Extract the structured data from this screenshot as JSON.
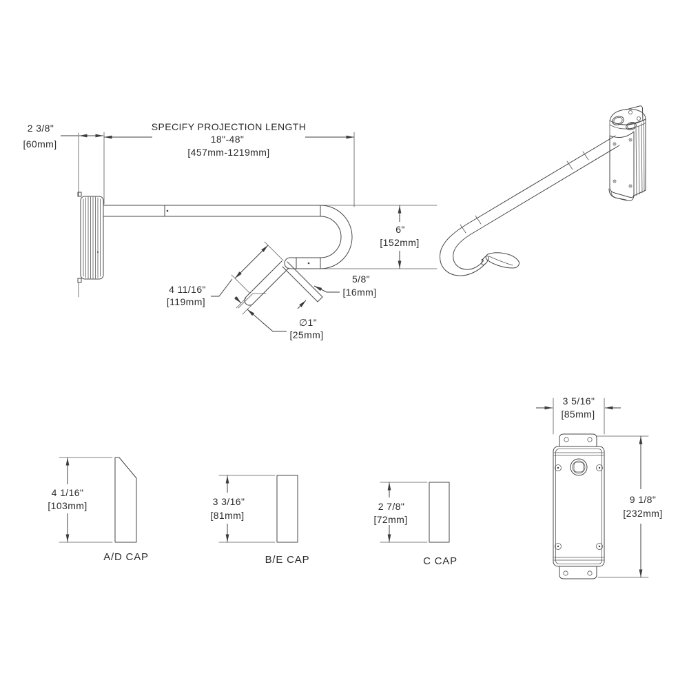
{
  "page": {
    "background": "#ffffff",
    "line_color": "#454545",
    "text_color": "#2b2b2b"
  },
  "side_view": {
    "wall_depth": {
      "inch": "2 3/8\"",
      "mm": "[60mm]"
    },
    "projection": {
      "title": "SPECIFY PROJECTION LENGTH",
      "inch": "18\"-48\"",
      "mm": "[457mm-1219mm]"
    },
    "drop_height": {
      "inch": "6\"",
      "mm": "[152mm]"
    },
    "lever_length": {
      "inch": "4 11/16\"",
      "mm": "[119mm]"
    },
    "lever_thickness": {
      "inch": "5/8\"",
      "mm": "[16mm]"
    },
    "tube_diameter": {
      "inch": "∅1\"",
      "mm": "[25mm]"
    }
  },
  "caps": [
    {
      "label": "A/D CAP",
      "inch": "4 1/16\"",
      "mm": "[103mm]"
    },
    {
      "label": "B/E CAP",
      "inch": "3 3/16\"",
      "mm": "[81mm]"
    },
    {
      "label": "C CAP",
      "inch": "2 7/8\"",
      "mm": "[72mm]"
    }
  ],
  "mounting_plate": {
    "width": {
      "inch": "3 5/16\"",
      "mm": "[85mm]"
    },
    "height": {
      "inch": "9 1/8\"",
      "mm": "[232mm]"
    }
  }
}
